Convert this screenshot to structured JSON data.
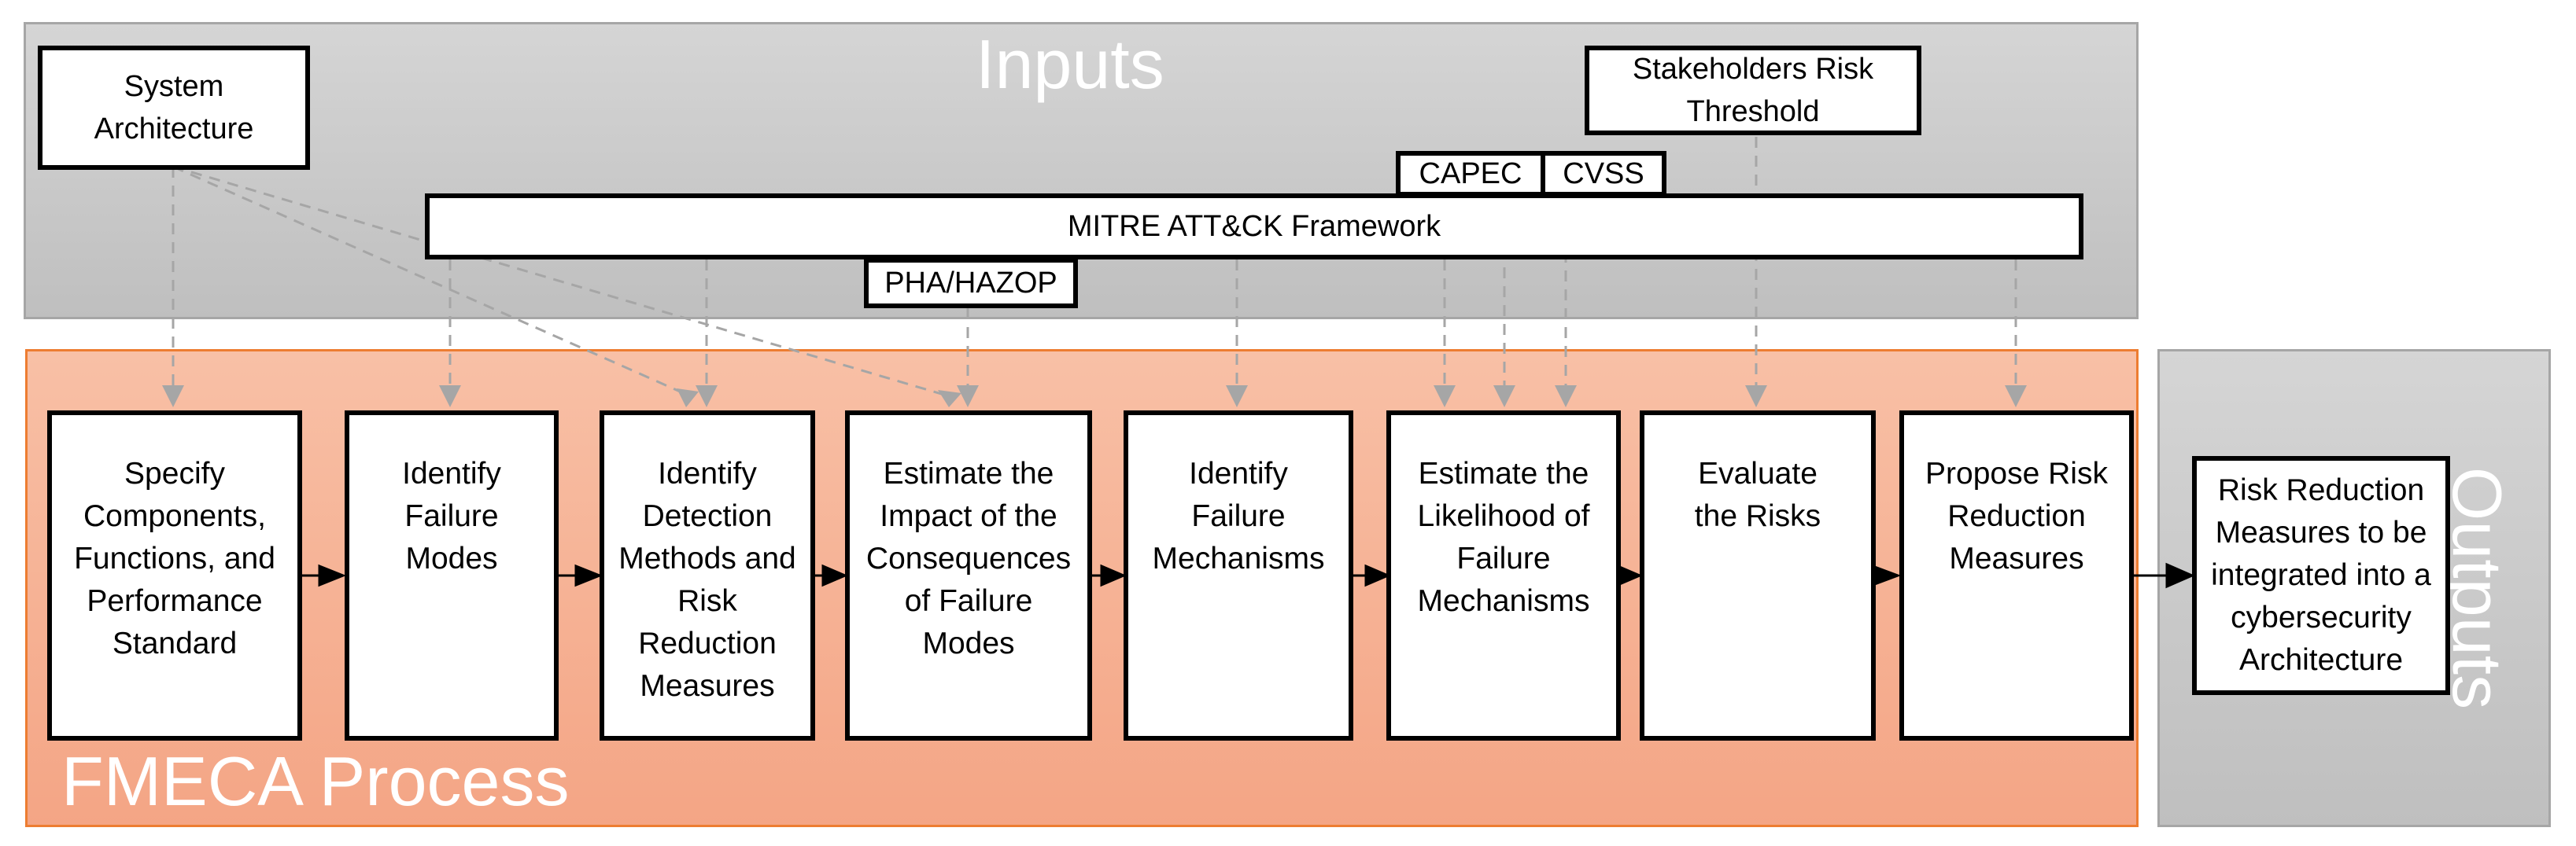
{
  "inputs": {
    "title": "Inputs",
    "system_architecture": "System Architecture",
    "stakeholders_risk_threshold": "Stakeholders Risk Threshold",
    "capec": "CAPEC",
    "cvss": "CVSS",
    "mitre": "MITRE ATT&CK Framework",
    "pha_hazop": "PHA/HAZOP"
  },
  "process": {
    "title": "FMECA Process",
    "steps": [
      {
        "label": "Specify Components, Functions, and Performance Standard"
      },
      {
        "label": "Identify Failure Modes"
      },
      {
        "label": "Identify Detection Methods and Risk Reduction Measures"
      },
      {
        "label": "Estimate the Impact of the Consequences of Failure Modes"
      },
      {
        "label": "Identify Failure Mechanisms"
      },
      {
        "label": "Estimate the Likelihood of Failure Mechanisms"
      },
      {
        "label": "Evaluate the Risks"
      },
      {
        "label": "Propose Risk Reduction Measures"
      }
    ]
  },
  "outputs": {
    "title": "Outputs",
    "result": "Risk Reduction Measures to be integrated into a cybersecurity Architecture"
  },
  "colors": {
    "inputs_panel": "#c9c9c9",
    "process_panel": "#f4a585",
    "process_border": "#ed7d31",
    "dashed_arrow": "#a6a6a6",
    "solid_arrow": "#000000"
  }
}
